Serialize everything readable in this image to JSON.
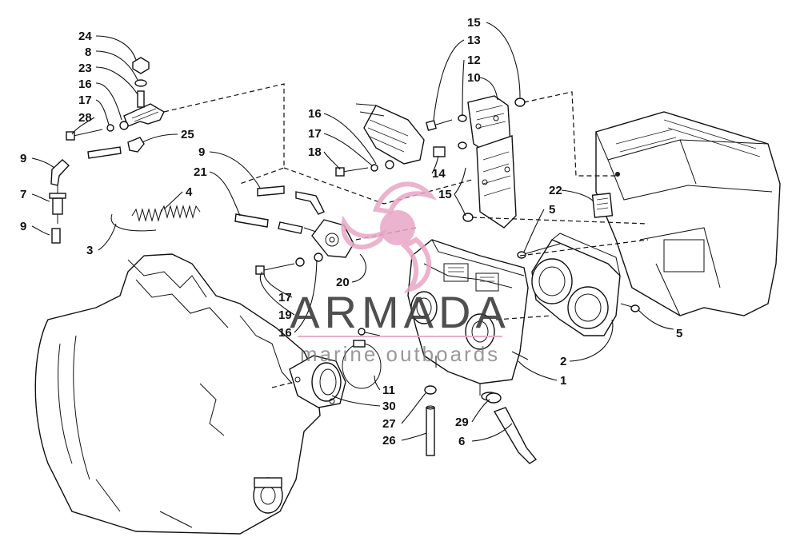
{
  "callouts": [
    {
      "id": "c24",
      "text": "24"
    },
    {
      "id": "c8",
      "text": "8"
    },
    {
      "id": "c23",
      "text": "23"
    },
    {
      "id": "c16a",
      "text": "16"
    },
    {
      "id": "c17a",
      "text": "17"
    },
    {
      "id": "c28",
      "text": "28"
    },
    {
      "id": "c25",
      "text": "25"
    },
    {
      "id": "c9a",
      "text": "9"
    },
    {
      "id": "c7",
      "text": "7"
    },
    {
      "id": "c9b",
      "text": "9"
    },
    {
      "id": "c3",
      "text": "3"
    },
    {
      "id": "c4",
      "text": "4"
    },
    {
      "id": "c9c",
      "text": "9"
    },
    {
      "id": "c21",
      "text": "21"
    },
    {
      "id": "c16b",
      "text": "16"
    },
    {
      "id": "c17b",
      "text": "17"
    },
    {
      "id": "c18",
      "text": "18"
    },
    {
      "id": "c14",
      "text": "14"
    },
    {
      "id": "c15a",
      "text": "15"
    },
    {
      "id": "c13",
      "text": "13"
    },
    {
      "id": "c12",
      "text": "12"
    },
    {
      "id": "c10",
      "text": "10"
    },
    {
      "id": "c15b",
      "text": "15"
    },
    {
      "id": "c22",
      "text": "22"
    },
    {
      "id": "c5a",
      "text": "5"
    },
    {
      "id": "c5b",
      "text": "5"
    },
    {
      "id": "c17c",
      "text": "17"
    },
    {
      "id": "c19",
      "text": "19"
    },
    {
      "id": "c16c",
      "text": "16"
    },
    {
      "id": "c20",
      "text": "20"
    },
    {
      "id": "c2",
      "text": "2"
    },
    {
      "id": "c1",
      "text": "1"
    },
    {
      "id": "c11",
      "text": "11"
    },
    {
      "id": "c30",
      "text": "30"
    },
    {
      "id": "c27",
      "text": "27"
    },
    {
      "id": "c26",
      "text": "26"
    },
    {
      "id": "c29",
      "text": "29"
    },
    {
      "id": "c6",
      "text": "6"
    }
  ],
  "watermark": {
    "brand": "ARMADA",
    "tagline": "marine outboards",
    "color": "#e8a6c6"
  },
  "icons": {
    "logo": "propeller-logo-icon"
  }
}
